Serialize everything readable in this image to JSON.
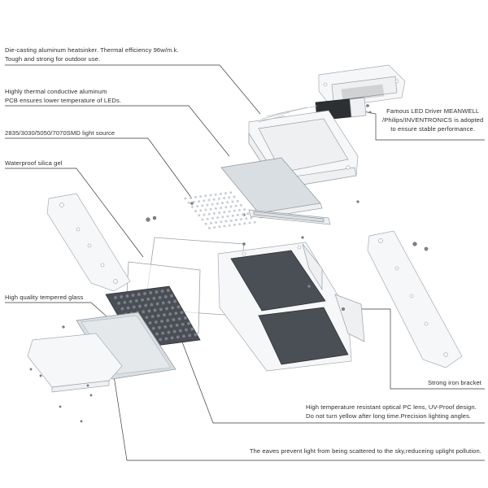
{
  "callouts": {
    "heatsink": {
      "line1": "Die-casting aluminum heatsinker. Thermal efficiency 96w/m.k.",
      "line2": "Tough and strong for outdoor use."
    },
    "pcb": {
      "line1": "Highly thermal conductive aluminum",
      "line2": "PCB ensures lower temperature of LEDs."
    },
    "led_source": {
      "line1": "2835/3030/5050/7070SMD light source"
    },
    "silica_gel": {
      "line1": "Waterproof silica gel"
    },
    "tempered_glass": {
      "line1": "High quality tempered glass"
    },
    "driver": {
      "line1": "Famous LED Driver MEANWELL",
      "line2": "/Philips/INVENTRONICS is adopted",
      "line3": "to ensure stable performance."
    },
    "bracket": {
      "line1": "Strong iron bracket"
    },
    "optical_lens": {
      "line1": "High temperature resistant optical PC lens, UV-Proof design.",
      "line2": "Do not turn yellow after long time.Precision lighting angles."
    },
    "eaves": {
      "line1": "The eaves prevent light from being scattered to the sky,reduceing uplight pollution."
    }
  },
  "icons": [
    "led-floodlight-exploded-view"
  ]
}
